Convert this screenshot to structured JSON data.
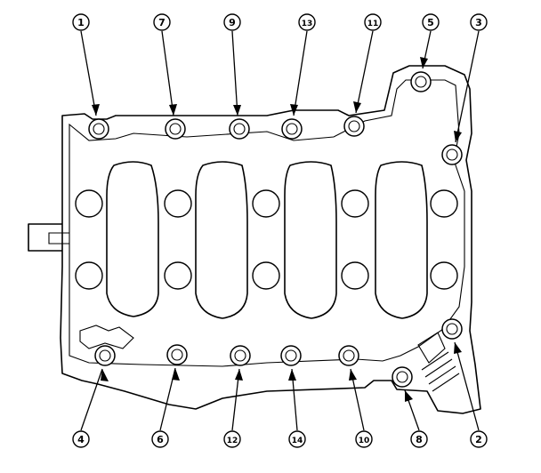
{
  "bolt_callouts": [
    {
      "label": "1"
    },
    {
      "label": "7"
    },
    {
      "label": "9"
    },
    {
      "label": "13"
    },
    {
      "label": "11"
    },
    {
      "label": "5"
    },
    {
      "label": "3"
    },
    {
      "label": "4"
    },
    {
      "label": "6"
    },
    {
      "label": "12"
    },
    {
      "label": "14"
    },
    {
      "label": "10"
    },
    {
      "label": "8"
    },
    {
      "label": "2"
    }
  ]
}
